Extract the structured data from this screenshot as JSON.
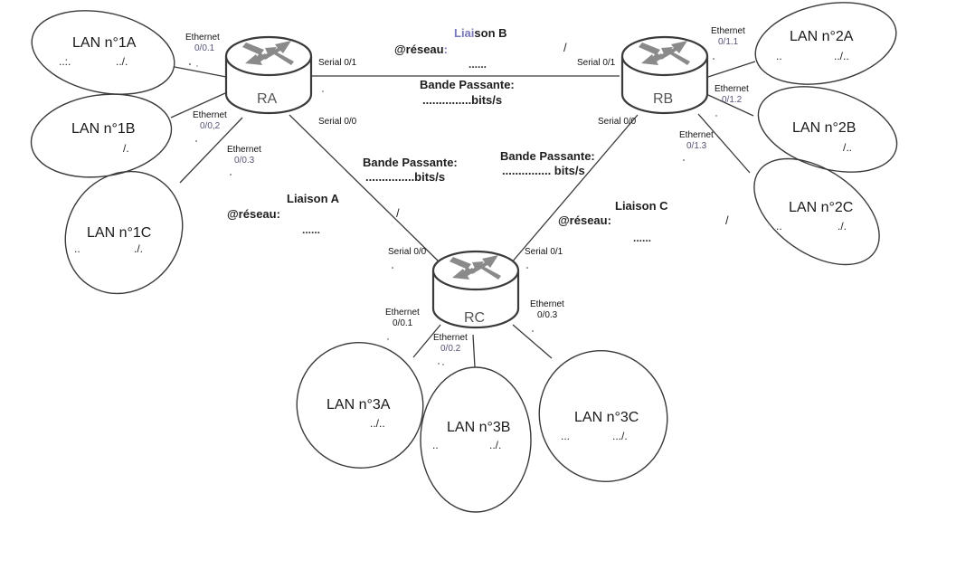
{
  "routers": {
    "ra": {
      "label": "RA"
    },
    "rb": {
      "label": "RB"
    },
    "rc": {
      "label": "RC"
    }
  },
  "lans": {
    "l1a": {
      "title": "LAN n°1A",
      "addr_left": "..:.",
      "addr_right": "../."
    },
    "l1b": {
      "title": "LAN n°1B",
      "addr_left": "",
      "addr_right": "/."
    },
    "l1c": {
      "title": "LAN n°1C",
      "addr_left": "..",
      "addr_right": "./."
    },
    "l2a": {
      "title": "LAN n°2A",
      "addr_left": "..",
      "addr_right": "../.."
    },
    "l2b": {
      "title": "LAN n°2B",
      "addr_left": "",
      "addr_right": "/.."
    },
    "l2c": {
      "title": "LAN n°2C",
      "addr_left": "..",
      "addr_right": "./."
    },
    "l3a": {
      "title": "LAN n°3A",
      "addr_left": "",
      "addr_right": "../.."
    },
    "l3b": {
      "title": "LAN n°3B",
      "addr_left": "..",
      "addr_right": "../."
    },
    "l3c": {
      "title": "LAN n°3C",
      "addr_left": "...",
      "addr_right": ".../."
    }
  },
  "interfaces": {
    "ra_e1": {
      "name": "Ethernet",
      "num": "0/0.1"
    },
    "ra_e2": {
      "name": "Ethernet",
      "num": "0/0,2"
    },
    "ra_e3": {
      "name": "Ethernet",
      "num": "0/0.3"
    },
    "rb_e1": {
      "name": "Ethernet",
      "num": "0/1.1"
    },
    "rb_e2": {
      "name": "Ethernet",
      "num": "0/1.2"
    },
    "rb_e3": {
      "name": "Ethernet",
      "num": "0/1.3"
    },
    "rc_e1": {
      "name": "Ethernet",
      "num": "0/0.1"
    },
    "rc_e2": {
      "name": "Ethernet",
      "num": "0/0.2"
    },
    "rc_e3": {
      "name": "Ethernet",
      "num": "0/0.3"
    },
    "ra_s01": "Serial 0/1",
    "ra_s00": "Serial 0/0",
    "rb_s01": "Serial 0/1",
    "rb_s00": "Serial 0/0",
    "rc_s00": "Serial 0/0",
    "rc_s01": "Serial 0/1"
  },
  "links": {
    "a": {
      "title": "Liaison A",
      "network_label": "@réseau:",
      "network_value": "......",
      "slash": "/",
      "bandwidth_label": "Bande Passante:",
      "bandwidth_value": "...............bits/s"
    },
    "b": {
      "title_part1": "Liai",
      "title_part2": "son B",
      "network_label": "@réseau",
      "network_colon": ":",
      "network_value": "......",
      "slash": "/",
      "bandwidth_label": "Bande Passante:",
      "bandwidth_value": "...............bits/s"
    },
    "c": {
      "title": "Liaison C",
      "network_label": "@réseau:",
      "network_value": "......",
      "slash": "/",
      "bandwidth_label": "Bande Passante:",
      "bandwidth_value": "............... bits/s"
    }
  },
  "colors": {
    "accent_purple": "#7777bb",
    "line": "#3a3a3a",
    "arrow_gray": "#8a8a8a"
  }
}
